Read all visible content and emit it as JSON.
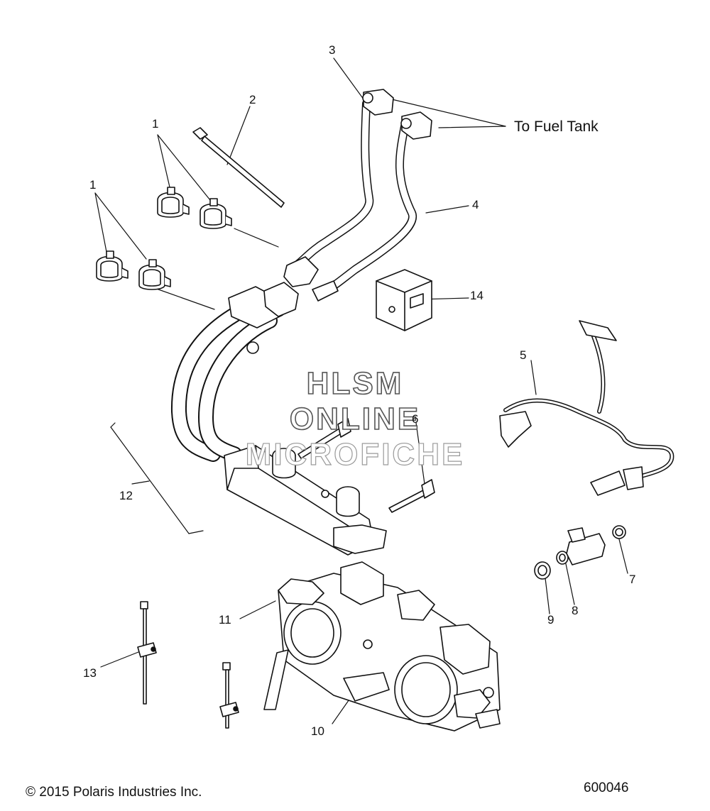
{
  "callouts": {
    "c1a": "1",
    "c1b": "1",
    "c2": "2",
    "c3": "3",
    "c4": "4",
    "c5": "5",
    "c6": "6",
    "c7": "7",
    "c8": "8",
    "c9": "9",
    "c10": "10",
    "c11": "11",
    "c12": "12",
    "c13": "13",
    "c14": "14"
  },
  "note": "To Fuel Tank",
  "watermark": {
    "line1": "HLSM",
    "line2": "ONLINE",
    "line3": "MICROFICHE"
  },
  "footer": {
    "copyright": "© 2015 Polaris Industries Inc.",
    "figure_number": "600046"
  }
}
